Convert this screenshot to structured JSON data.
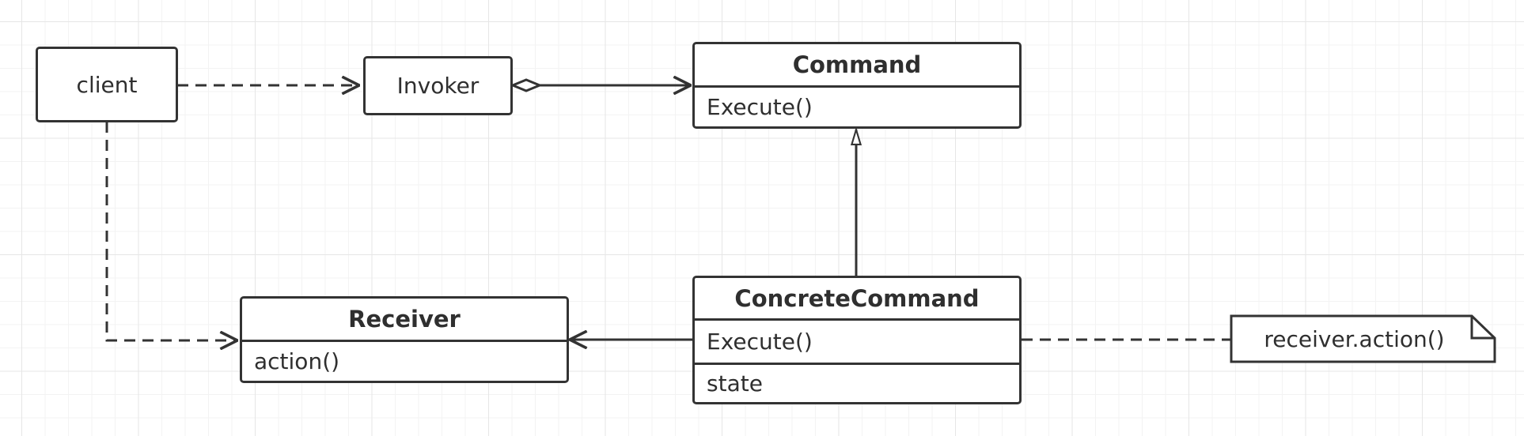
{
  "nodes": {
    "client": "client",
    "invoker": "Invoker",
    "command": {
      "name": "Command",
      "methods": [
        "Execute()"
      ]
    },
    "concrete_command": {
      "name": "ConcreteCommand",
      "methods": [
        "Execute()"
      ],
      "fields": [
        "state"
      ]
    },
    "receiver": {
      "name": "Receiver",
      "methods": [
        "action()"
      ]
    }
  },
  "note": {
    "text": "receiver.action()"
  },
  "colors": {
    "stroke": "#333333",
    "grid": "#e6e6e6",
    "fill": "#ffffff"
  }
}
